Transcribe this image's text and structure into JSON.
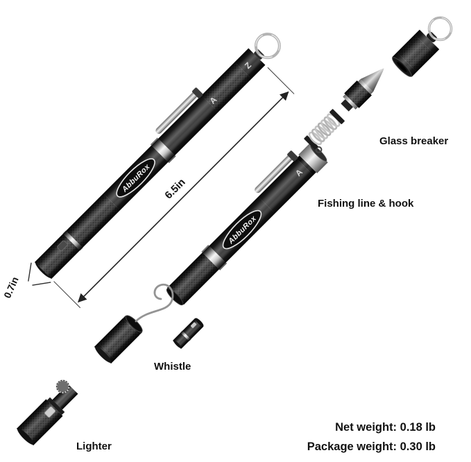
{
  "dimensions": {
    "length": "6.5in",
    "diameter": "0.7in"
  },
  "part_labels": {
    "glass_breaker": "Glass breaker",
    "fishing_line": "Fishing line & hook",
    "whistle": "Whistle",
    "lighter": "Lighter"
  },
  "weights": {
    "net": "Net weight: 0.18 lb",
    "package": "Package weight: 0.30 lb"
  },
  "brand": "AbbuRox",
  "markings": {
    "tail": "Z",
    "head": "A"
  },
  "colors": {
    "body_black": "#262626",
    "silver": "#cfcfcf",
    "text": "#111111",
    "background": "#ffffff"
  }
}
